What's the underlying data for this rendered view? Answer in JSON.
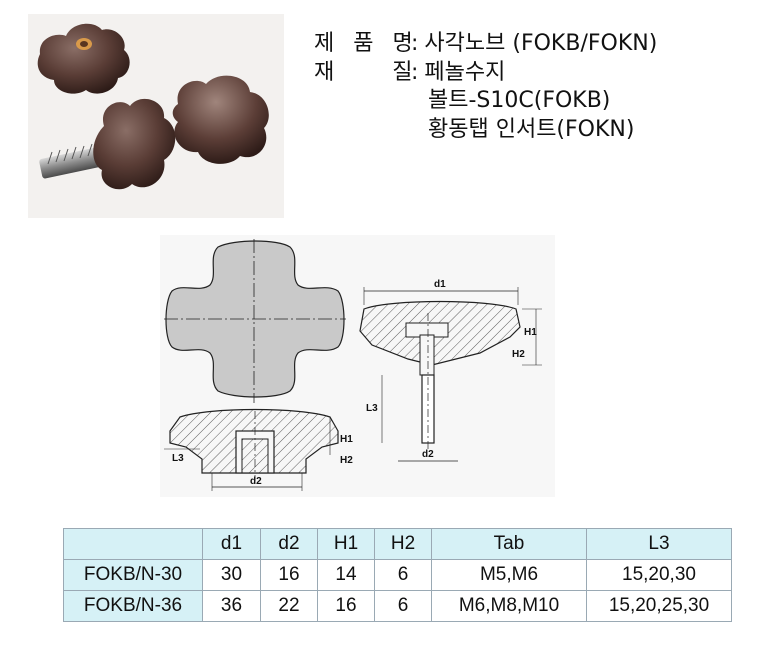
{
  "product": {
    "name_label": "제 품 명",
    "name_value": "사각노브 (FOKB/FOKN)",
    "material_label": "재    질",
    "material_values": [
      "페놀수지",
      "볼트-S10C(FOKB)",
      "황동탭 인서트(FOKN)"
    ],
    "separator": ":"
  },
  "drawing": {
    "labels": {
      "d1": "d1",
      "d2_top": "d2",
      "d2_bottom": "d2",
      "H1_side": "H1",
      "H2_side": "H2",
      "H1_bottom": "H1",
      "H2_bottom": "H2",
      "L3_side": "L3",
      "L3_bottom": "L3"
    }
  },
  "table": {
    "headers": [
      "",
      "d1",
      "d2",
      "H1",
      "H2",
      "Tab",
      "L3"
    ],
    "rows": [
      [
        "FOKB/N-30",
        "30",
        "16",
        "14",
        "6",
        "M5,M6",
        "15,20,30"
      ],
      [
        "FOKB/N-36",
        "36",
        "22",
        "16",
        "6",
        "M6,M8,M10",
        "15,20,25,30"
      ]
    ]
  }
}
